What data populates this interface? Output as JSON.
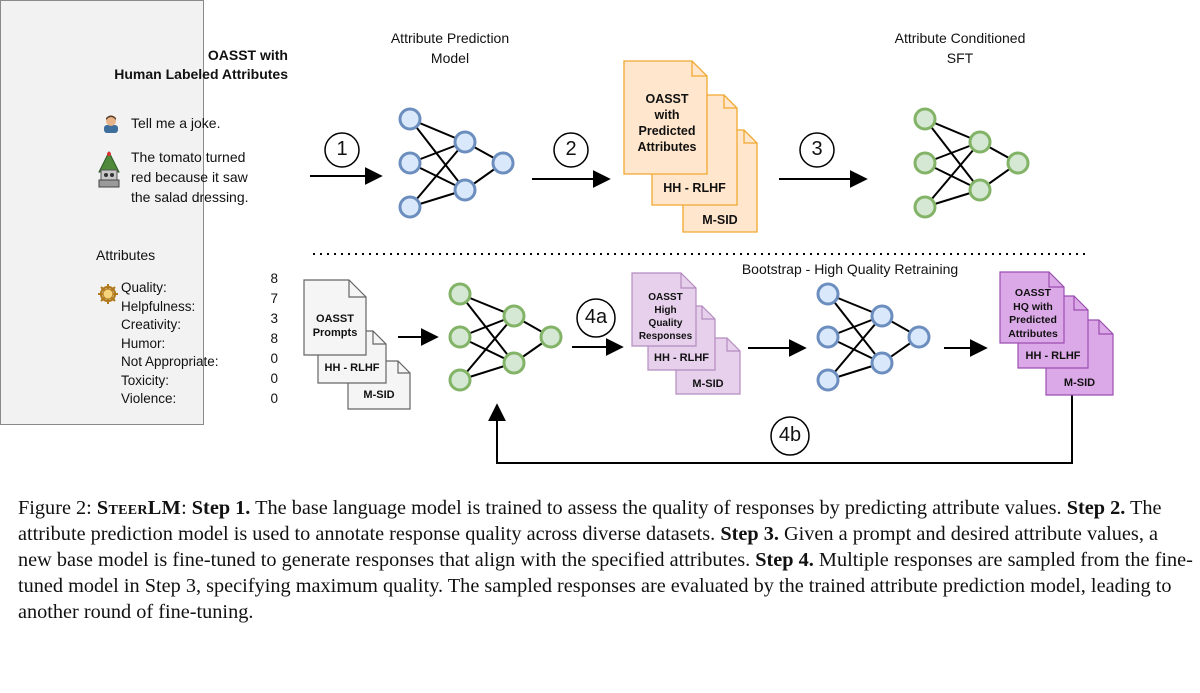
{
  "panel": {
    "title_line1": "OASST with",
    "title_line2": "Human Labeled Attributes",
    "user_message": "Tell me a joke.",
    "assistant_line1": "The tomato turned",
    "assistant_line2": "red because it saw",
    "assistant_line3": "the salad dressing.",
    "attributes_heading": "Attributes",
    "attributes": [
      {
        "label": "Quality:",
        "value": "8"
      },
      {
        "label": "Helpfulness:",
        "value": "7"
      },
      {
        "label": "Creativity:",
        "value": "3"
      },
      {
        "label": "Humor:",
        "value": "8"
      },
      {
        "label": "Not Appropriate:",
        "value": "0"
      },
      {
        "label": "Toxicity:",
        "value": "0"
      },
      {
        "label": "Violence:",
        "value": "0"
      }
    ]
  },
  "stages": {
    "attr_pred_line1": "Attribute Prediction",
    "attr_pred_line2": "Model",
    "attr_sft_line1": "Attribute Conditioned",
    "attr_sft_line2": "SFT",
    "bootstrap": "Bootstrap - High Quality Retraining"
  },
  "steps": {
    "s1": "1",
    "s2": "2",
    "s3": "3",
    "s4a": "4a",
    "s4b": "4b"
  },
  "docs_predicted": {
    "front_line1": "OASST",
    "front_line2": "with",
    "front_line3": "Predicted",
    "front_line4": "Attributes",
    "middle": "HH - RLHF",
    "back": "M-SID"
  },
  "docs_prompts": {
    "front_line1": "OASST",
    "front_line2": "Prompts",
    "middle": "HH - RLHF",
    "back": "M-SID"
  },
  "docs_hq": {
    "front_line1": "OASST",
    "front_line2": "High",
    "front_line3": "Quality",
    "front_line4": "Responses",
    "middle": "HH - RLHF",
    "back": "M-SID"
  },
  "docs_hq_pred": {
    "front_line1": "OASST",
    "front_line2": "HQ with",
    "front_line3": "Predicted",
    "front_line4": "Attributes",
    "middle": "HH - RLHF",
    "back": "M-SID"
  },
  "caption": {
    "prefix": "Figure 2: ",
    "name": "SteerLM",
    "sep": ": ",
    "step1_label": "Step 1.",
    "step1_text": " The base language model is trained to assess the quality of responses by predicting attribute values. ",
    "step2_label": "Step 2.",
    "step2_text": " The attribute prediction model is used to annotate response quality across diverse datasets. ",
    "step3_label": "Step 3.",
    "step3_text": " Given a prompt and desired attribute values, a new base model is fine-tuned to generate responses that align with the specified attributes. ",
    "step4_label": "Step 4.",
    "step4_text": " Multiple responses are sampled from the fine-tuned model in Step 3, specifying maximum quality. The sampled responses are evaluated by the trained attribute prediction model, leading to another round of fine-tuning."
  },
  "colors": {
    "blue_node_fill": "#dae8fc",
    "blue_node_stroke": "#6c8ebf",
    "green_node_fill": "#d5e8d4",
    "green_node_stroke": "#82b366",
    "orange_doc_fill": "#ffe6cc",
    "orange_doc_stroke": "#f0a830",
    "grey_doc_fill": "#f5f5f5",
    "grey_doc_stroke": "#666666",
    "light_purple_fill": "#e6d0ec",
    "light_purple_stroke": "#b48cbf",
    "purple_fill": "#dca9e8",
    "purple_stroke": "#9b4fb0"
  }
}
